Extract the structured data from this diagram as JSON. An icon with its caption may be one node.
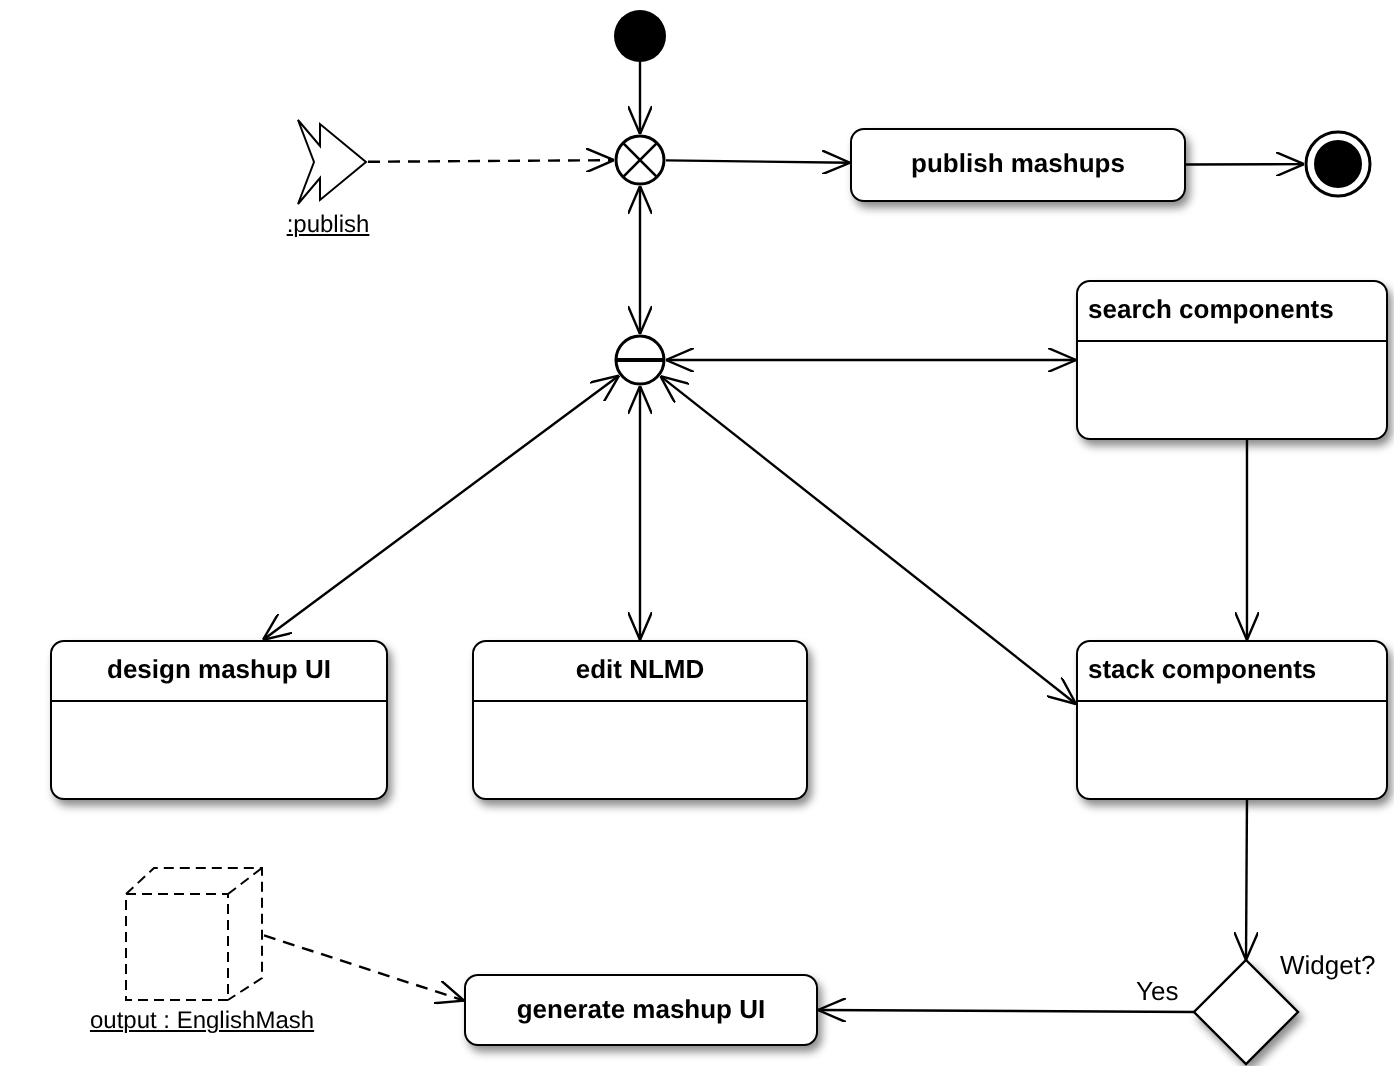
{
  "diagram": {
    "nodes": [
      {
        "text": [],
        "shape": "circle"
      },
      {
        "text": [
          ":publish"
        ]
      },
      {
        "text": [],
        "shape": "circle"
      },
      {
        "text": [
          "publish mashups"
        ]
      },
      {
        "text": [],
        "shape": "circle"
      },
      {
        "text": [],
        "shape": "circle"
      },
      {
        "text": [
          "search components"
        ]
      },
      {
        "text": [
          "design mashup UI"
        ]
      },
      {
        "text": [
          "edit NLMD"
        ]
      },
      {
        "text": [
          "stack components"
        ]
      },
      {
        "text": [],
        "shape": "diamond",
        "beside": [
          "Widget?"
        ]
      },
      {
        "text": [
          "generate mashup UI"
        ]
      },
      {
        "text": [
          "output : EnglishMash"
        ]
      }
    ],
    "edges": [
      {
        "from": 0,
        "to": 2,
        "arrow": "to"
      },
      {
        "from": 1,
        "to": 2,
        "arrow": "to",
        "style": "dashed"
      },
      {
        "from": 2,
        "to": 3,
        "arrow": "to"
      },
      {
        "from": 3,
        "to": 4,
        "arrow": "to"
      },
      {
        "from": 2,
        "to": 5,
        "arrow": "both"
      },
      {
        "from": 5,
        "to": 6,
        "arrow": "both"
      },
      {
        "from": 5,
        "to": 7,
        "arrow": "both"
      },
      {
        "from": 5,
        "to": 8,
        "arrow": "both"
      },
      {
        "from": 5,
        "to": 9,
        "arrow": "both"
      },
      {
        "from": 6,
        "to": 9,
        "arrow": "to"
      },
      {
        "from": 9,
        "to": 10,
        "arrow": "to"
      },
      {
        "from": 10,
        "to": 11,
        "arrow": "to",
        "label": "Yes"
      },
      {
        "from": 12,
        "to": 11,
        "arrow": "to",
        "style": "dashed"
      }
    ]
  }
}
